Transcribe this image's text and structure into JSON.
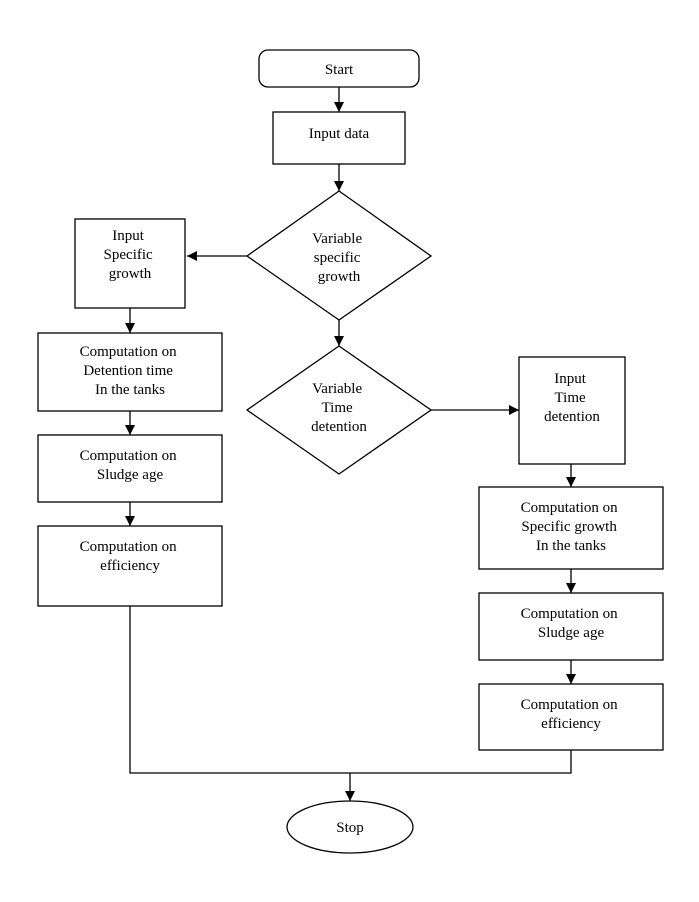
{
  "nodes": {
    "start": {
      "lines": [
        "Start"
      ]
    },
    "input_data": {
      "lines": [
        "Input data"
      ]
    },
    "decision_specific_growth": {
      "lines": [
        "Variable",
        "specific",
        "growth"
      ]
    },
    "input_specific_growth": {
      "lines": [
        "Input",
        "Specific",
        "growth"
      ]
    },
    "left_detention": {
      "lines": [
        "Computation on",
        "Detention time",
        "In the tanks"
      ]
    },
    "left_sludge": {
      "lines": [
        "Computation on",
        "Sludge age"
      ]
    },
    "left_efficiency": {
      "lines": [
        "Computation on",
        "efficiency"
      ]
    },
    "decision_time_detention": {
      "lines": [
        "Variable",
        "Time",
        "detention"
      ]
    },
    "input_time_detention": {
      "lines": [
        "Input",
        "Time",
        "detention"
      ]
    },
    "right_specific_growth": {
      "lines": [
        "Computation on",
        "Specific growth",
        "In the tanks"
      ]
    },
    "right_sludge": {
      "lines": [
        "Computation on",
        "Sludge age"
      ]
    },
    "right_efficiency": {
      "lines": [
        "Computation on",
        "efficiency"
      ]
    },
    "stop": {
      "lines": [
        "Stop"
      ]
    }
  },
  "edges": [
    {
      "from": "start",
      "to": "input_data"
    },
    {
      "from": "input_data",
      "to": "decision_specific_growth"
    },
    {
      "from": "decision_specific_growth",
      "to": "input_specific_growth"
    },
    {
      "from": "decision_specific_growth",
      "to": "decision_time_detention"
    },
    {
      "from": "input_specific_growth",
      "to": "left_detention"
    },
    {
      "from": "left_detention",
      "to": "left_sludge"
    },
    {
      "from": "left_sludge",
      "to": "left_efficiency"
    },
    {
      "from": "decision_time_detention",
      "to": "input_time_detention"
    },
    {
      "from": "input_time_detention",
      "to": "right_specific_growth"
    },
    {
      "from": "right_specific_growth",
      "to": "right_sludge"
    },
    {
      "from": "right_sludge",
      "to": "right_efficiency"
    },
    {
      "from": "left_efficiency",
      "to": "stop"
    },
    {
      "from": "right_efficiency",
      "to": "stop"
    }
  ]
}
